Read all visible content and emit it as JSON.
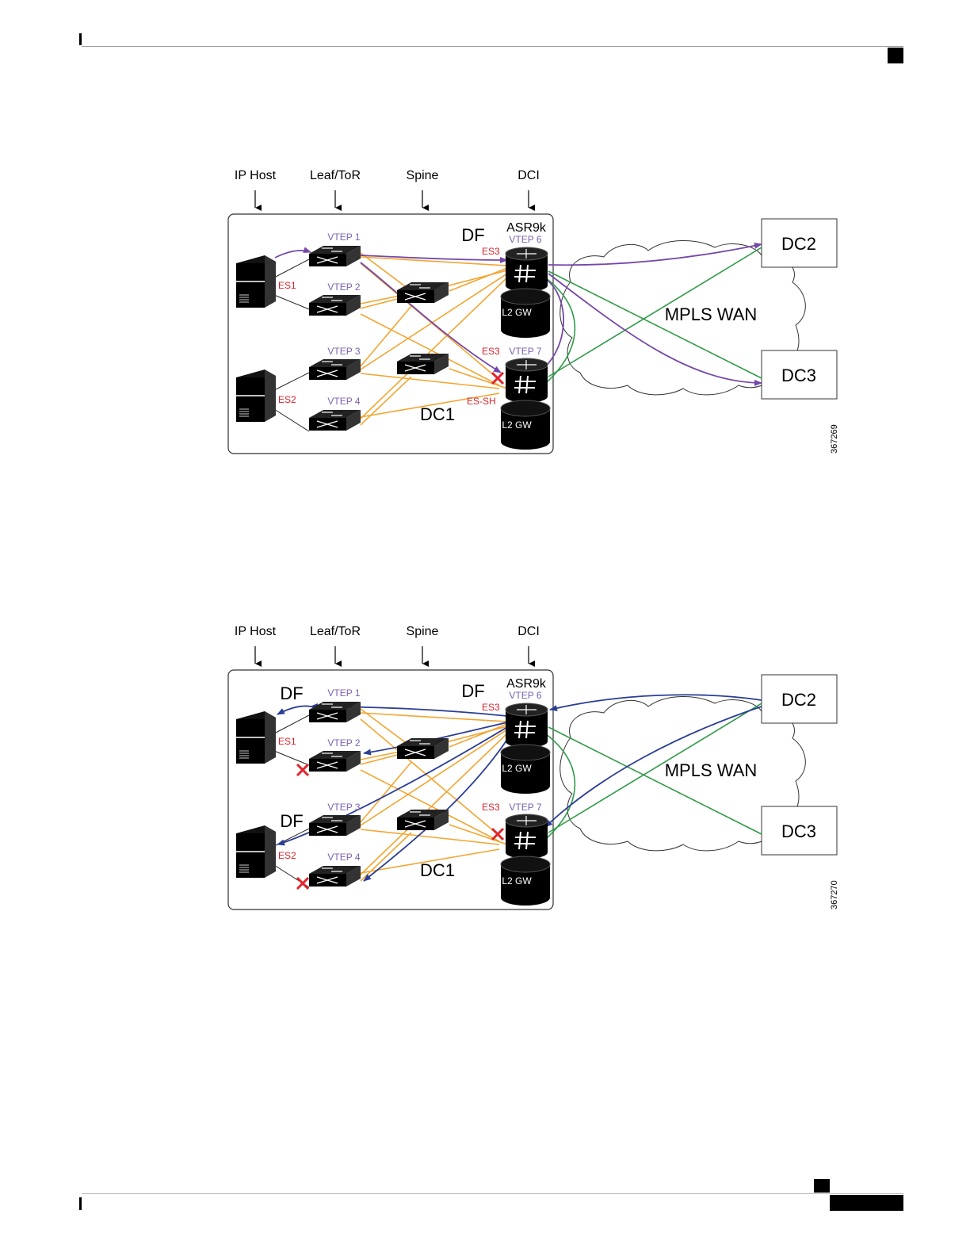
{
  "columns": [
    "IP Host",
    "Leaf/ToR",
    "Spine",
    "DCI"
  ],
  "router_model": "ASR9k",
  "vteps": [
    "VTEP 1",
    "VTEP 2",
    "VTEP 3",
    "VTEP 4",
    "VTEP 6",
    "VTEP 7"
  ],
  "segments": {
    "es1": "ES1",
    "es2": "ES2",
    "es3": "ES3",
    "es_sh": "ES-SH"
  },
  "df_label": "DF",
  "l2gw_label": "L2 GW",
  "dc1_label": "DC1",
  "wan_label": "MPLS WAN",
  "remote_dcs": [
    "DC2",
    "DC3"
  ],
  "figure_ids": [
    "367269",
    "367270"
  ],
  "colors": {
    "vtep_text": "#7a62b0",
    "segment_text": "#d8232a",
    "purple_flow": "#7447a8",
    "blue_flow": "#2b3e95",
    "orange_link": "#f3a531",
    "green_link": "#2f9a48",
    "failure_mark": "#e0262c"
  }
}
